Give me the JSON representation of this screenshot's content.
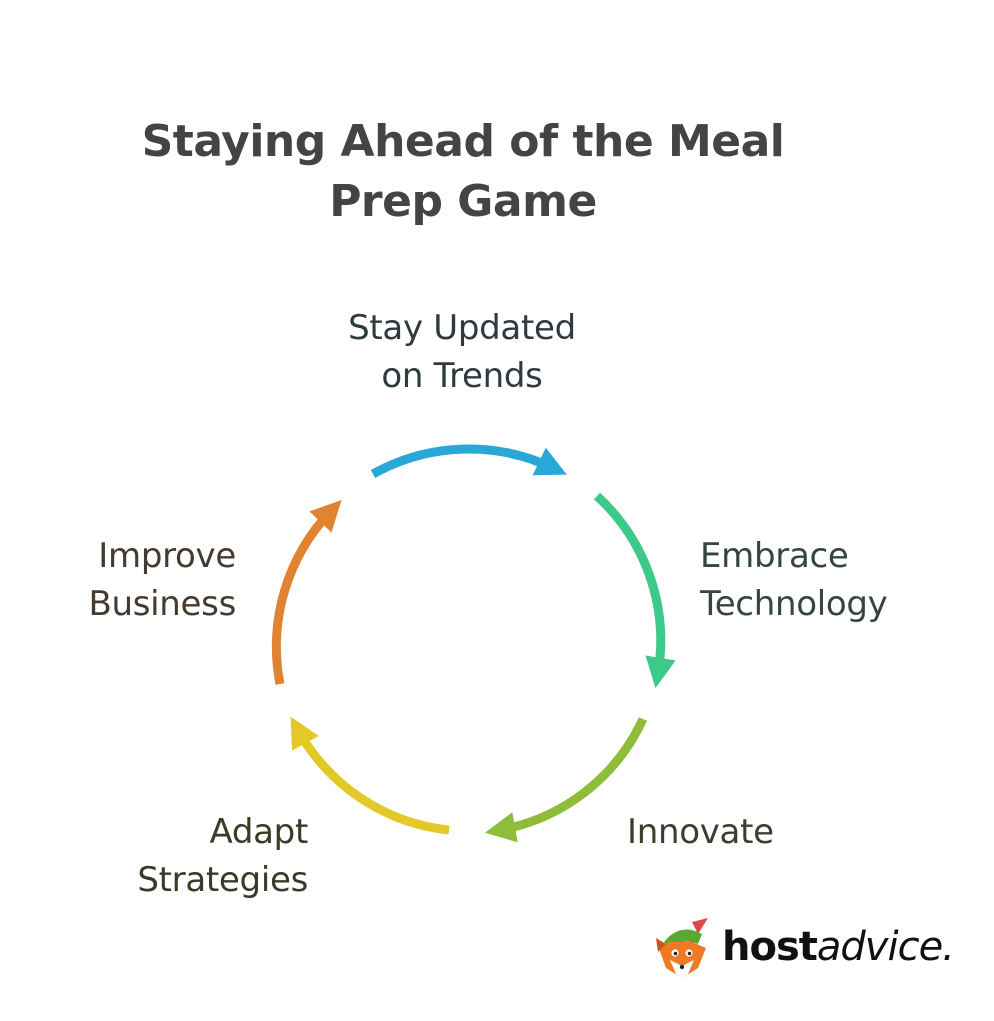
{
  "title": {
    "line1": "Staying Ahead of the Meal",
    "line2": "Prep Game"
  },
  "stages": [
    {
      "name": "stay-updated",
      "line1": "Stay Updated",
      "line2": "on Trends",
      "color": "#29a8d8"
    },
    {
      "name": "embrace-technology",
      "line1": "Embrace",
      "line2": "Technology",
      "color": "#3cc98a"
    },
    {
      "name": "innovate",
      "line1": "Innovate",
      "line2": "",
      "color": "#8fbd3a"
    },
    {
      "name": "adapt-strategies",
      "line1": "Adapt",
      "line2": "Strategies",
      "color": "#e3c928"
    },
    {
      "name": "improve-business",
      "line1": "Improve",
      "line2": "Business",
      "color": "#e08432"
    }
  ],
  "logo": {
    "brand_bold": "host",
    "brand_light": "advice."
  }
}
